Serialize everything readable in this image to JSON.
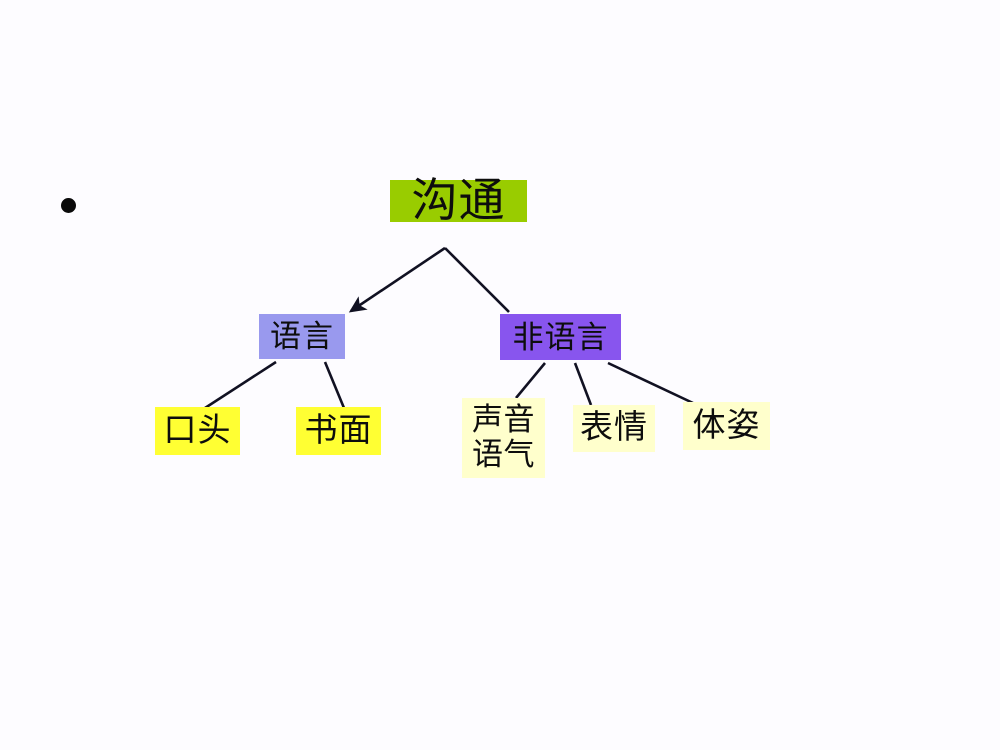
{
  "slide": {
    "background_color": "#fdfcff",
    "bullet": {
      "name": "bullet-marker",
      "color": "#0a0a0a"
    }
  },
  "diagram": {
    "type": "tree",
    "title": "沟通",
    "root": {
      "label": "沟通",
      "fill": "#99cc00",
      "text_color": "#0d0d0d"
    },
    "branches": [
      {
        "label": "语言",
        "fill": "#9999ee",
        "text_color": "#0d0d0d"
      },
      {
        "label": "非语言",
        "fill": "#8855ee",
        "text_color": "#0d0d0d"
      }
    ],
    "leaves": [
      {
        "label": "口头",
        "fill": "#ffff33",
        "text_color": "#0d0d0d",
        "parent": "语言"
      },
      {
        "label": "书面",
        "fill": "#ffff33",
        "text_color": "#0d0d0d",
        "parent": "语言"
      },
      {
        "label": "声音语气",
        "line1": "声音",
        "line2": "语气",
        "fill": "#ffffcc",
        "text_color": "#0d0d0d",
        "parent": "非语言"
      },
      {
        "label": "表情",
        "fill": "#ffffcc",
        "text_color": "#0d0d0d",
        "parent": "非语言"
      },
      {
        "label": "体姿",
        "fill": "#ffffcc",
        "text_color": "#0d0d0d",
        "parent": "非语言"
      }
    ],
    "connectors": [
      {
        "from": "沟通",
        "to": "语言",
        "arrow": true
      },
      {
        "from": "沟通",
        "to": "非语言",
        "arrow": false
      },
      {
        "from": "语言",
        "to": "口头",
        "arrow": false
      },
      {
        "from": "语言",
        "to": "书面",
        "arrow": false
      },
      {
        "from": "非语言",
        "to": "声音语气",
        "arrow": false
      },
      {
        "from": "非语言",
        "to": "表情",
        "arrow": false
      },
      {
        "from": "非语言",
        "to": "体姿",
        "arrow": false
      }
    ]
  }
}
